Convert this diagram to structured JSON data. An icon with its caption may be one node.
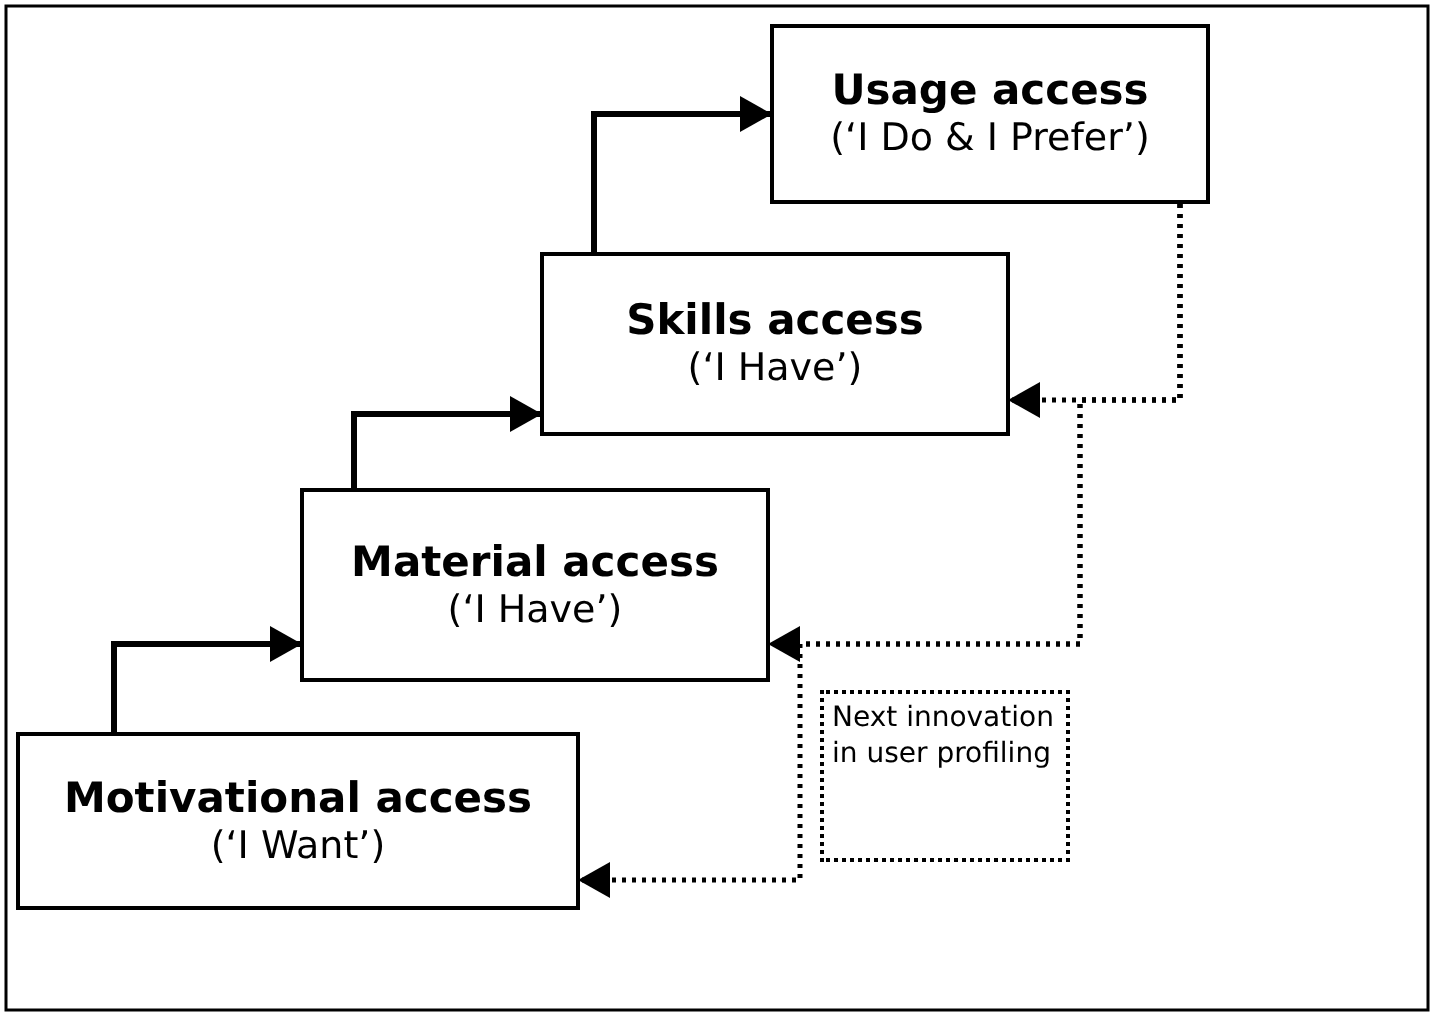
{
  "diagram": {
    "nodes": [
      {
        "text": [
          "Usage access",
          "(‘I Do & I Prefer’)"
        ]
      },
      {
        "text": [
          "Skills access",
          "(‘I Have’)"
        ]
      },
      {
        "text": [
          "Material access",
          "(‘I Have’)"
        ]
      },
      {
        "text": [
          "Motivational access",
          "(‘I Want’)"
        ]
      },
      {
        "text": [
          "Next innovation in user profiling"
        ]
      }
    ],
    "edges": [
      {
        "from": 3,
        "to": 2,
        "arrow": "to"
      },
      {
        "from": 2,
        "to": 1,
        "arrow": "to"
      },
      {
        "from": 1,
        "to": 0,
        "arrow": "to"
      },
      {
        "from": 0,
        "to": 1,
        "arrow": "to",
        "style": "dashed"
      },
      {
        "from": 0,
        "to": 2,
        "arrow": "to",
        "style": "dashed"
      },
      {
        "from": 0,
        "to": 3,
        "arrow": "to",
        "style": "dashed"
      }
    ]
  }
}
